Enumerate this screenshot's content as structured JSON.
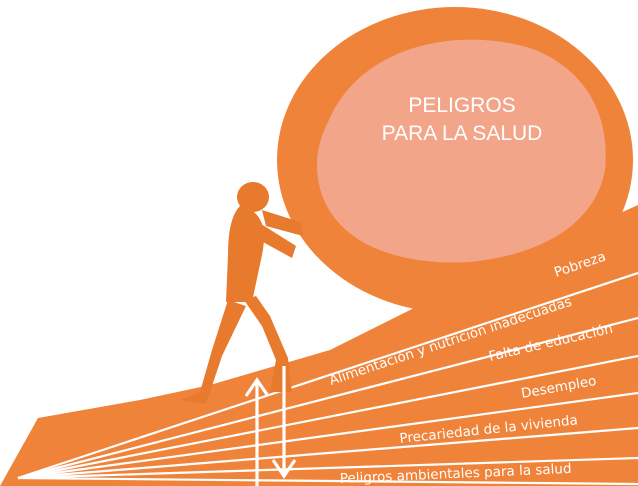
{
  "boulder": {
    "title_line1": "PELIGROS",
    "title_line2": "PARA LA SALUD"
  },
  "slope_labels": [
    "Pobreza",
    "Alimentación y nutrición inadecuadas",
    "Falta de educación",
    "Desempleo",
    "Precariedad de la vivienda",
    "Peligros ambientales para la salud"
  ],
  "colors": {
    "orange": "#F0833A",
    "boulder_inner": "#F3A58A",
    "figure": "#E87A2E",
    "text": "#FFFFFF"
  },
  "icons": {
    "up_arrow": "arrow-up-icon",
    "down_arrow": "arrow-down-icon"
  }
}
